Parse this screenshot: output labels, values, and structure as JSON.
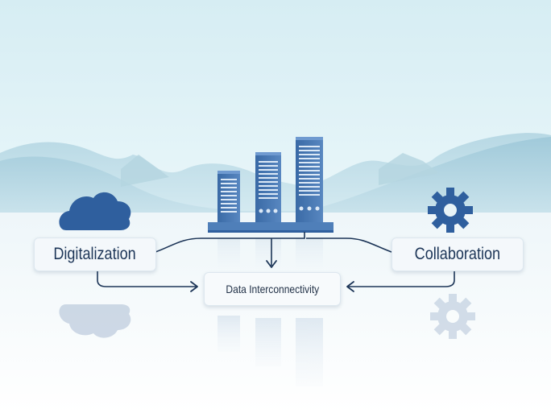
{
  "labels": {
    "digitalization": "Digitalization",
    "collaboration": "Collaboration",
    "data_interconnectivity": "Data Interconnectivity"
  },
  "icons": [
    "cloud-icon",
    "server-icon",
    "gear-icon"
  ],
  "colors": {
    "accent_blue": "#2f5f9e",
    "arrow": "#1c3557",
    "mountain": "#a9cfdd"
  }
}
